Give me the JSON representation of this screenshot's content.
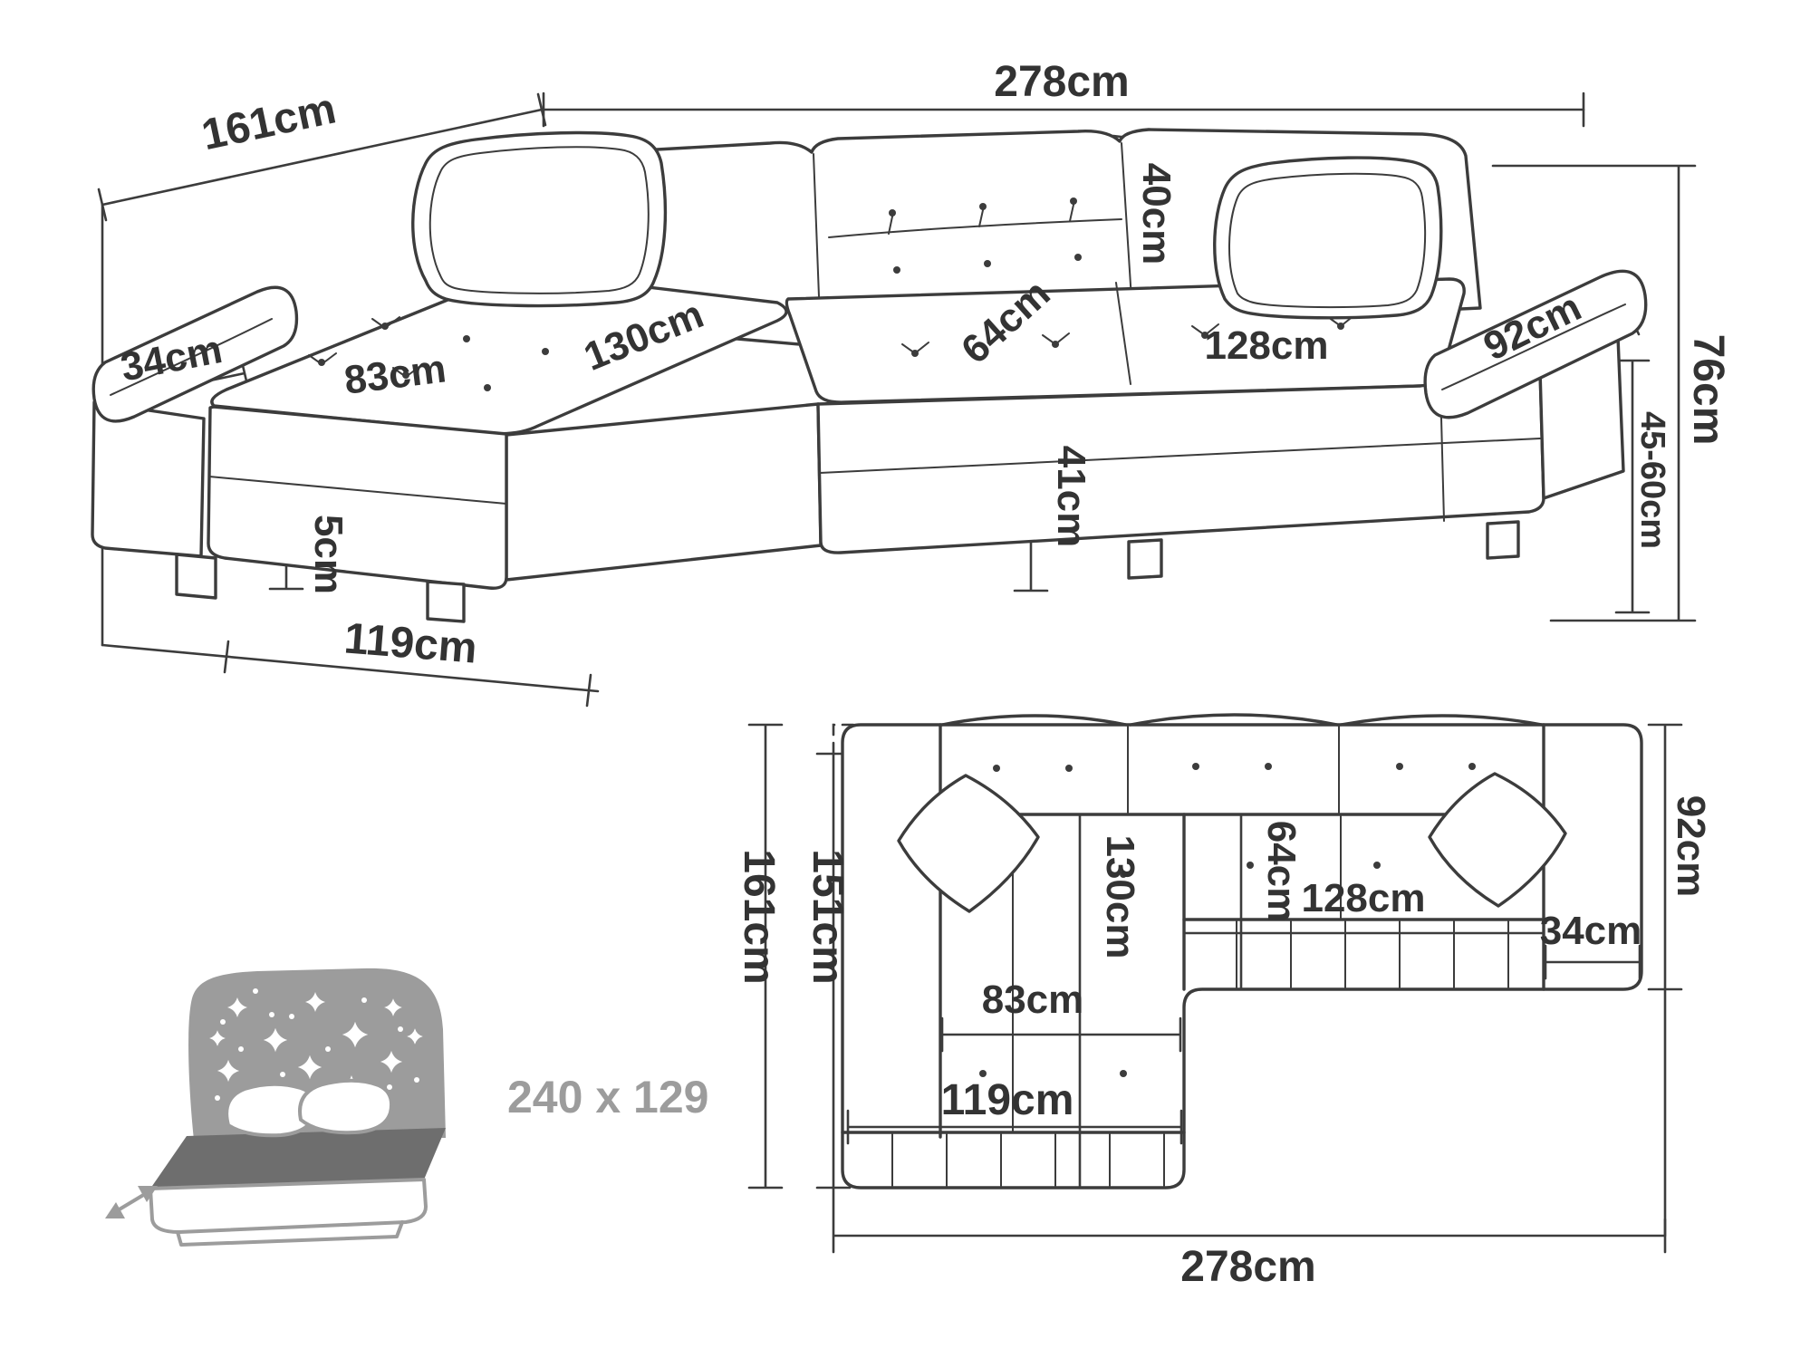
{
  "colors": {
    "line": "#3c3c3c",
    "label": "#333333",
    "bed": "#9c9c9c",
    "mattress": "#6e6e6e"
  },
  "perspective_view": {
    "width_total": "278cm",
    "depth_total": "161cm",
    "left_armrest_width": "34cm",
    "chaise_seat_width": "83cm",
    "chaise_length": "130cm",
    "backrest_cushion_height": "40cm",
    "seat_depth": "64cm",
    "main_seat_width": "128cm",
    "right_armrest_length": "92cm",
    "total_height": "76cm",
    "armrest_height": "45-60cm",
    "seat_height": "41cm",
    "leg_height": "5cm",
    "chaise_base_width": "119cm"
  },
  "plan_view": {
    "depth_total": "161cm",
    "inner_depth": "151cm",
    "chaise_length": "130cm",
    "seat_depth": "64cm",
    "main_seat_width": "128cm",
    "right_armrest_width": "34cm",
    "chaise_seat_width": "83cm",
    "chaise_width": "119cm",
    "right_section_depth": "92cm",
    "width_total": "278cm"
  },
  "sleeping_function": {
    "bed_dimensions": "240 x 129"
  }
}
